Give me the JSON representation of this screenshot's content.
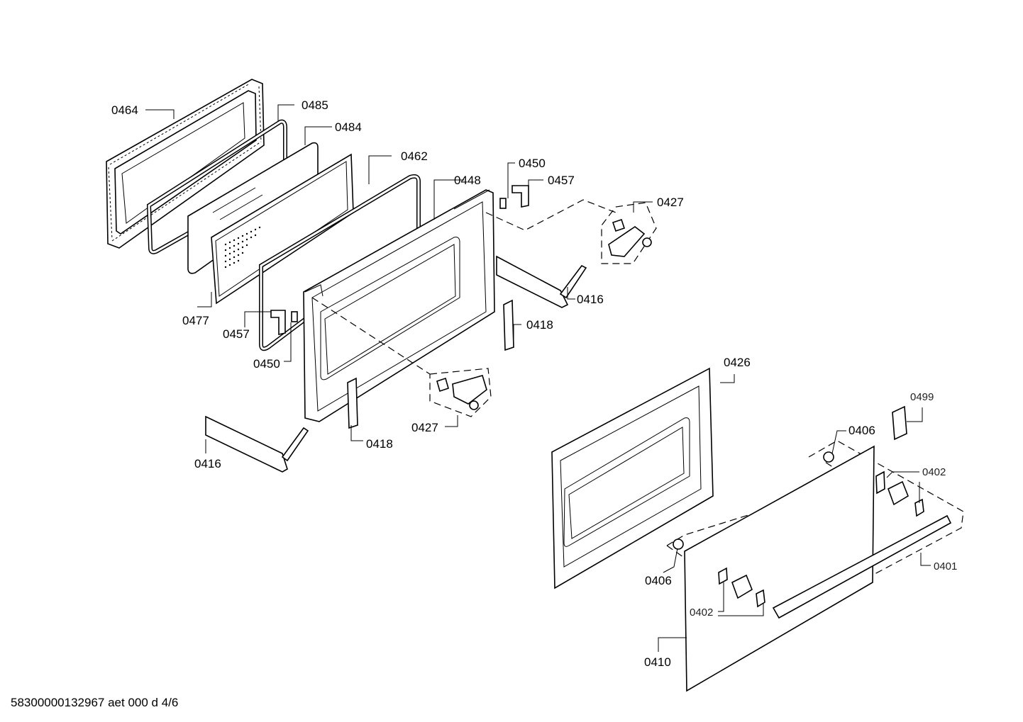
{
  "diagram": {
    "footer": "58300000132967 aet 000 d 4/6",
    "labels": {
      "p0464": "0464",
      "p0485": "0485",
      "p0484": "0484",
      "p0462": "0462",
      "p0448": "0448",
      "p0450a": "0450",
      "p0457a": "0457",
      "p0427a": "0427",
      "p0416a": "0416",
      "p0418a": "0418",
      "p0477": "0477",
      "p0457b": "0457",
      "p0450b": "0450",
      "p0427b": "0427",
      "p0418b": "0418",
      "p0416b": "0416",
      "p0426": "0426",
      "p0499": "0499",
      "p0406a": "0406",
      "p0402a": "0402",
      "p0401": "0401",
      "p0406b": "0406",
      "p0402b": "0402",
      "p0410": "0410"
    }
  }
}
